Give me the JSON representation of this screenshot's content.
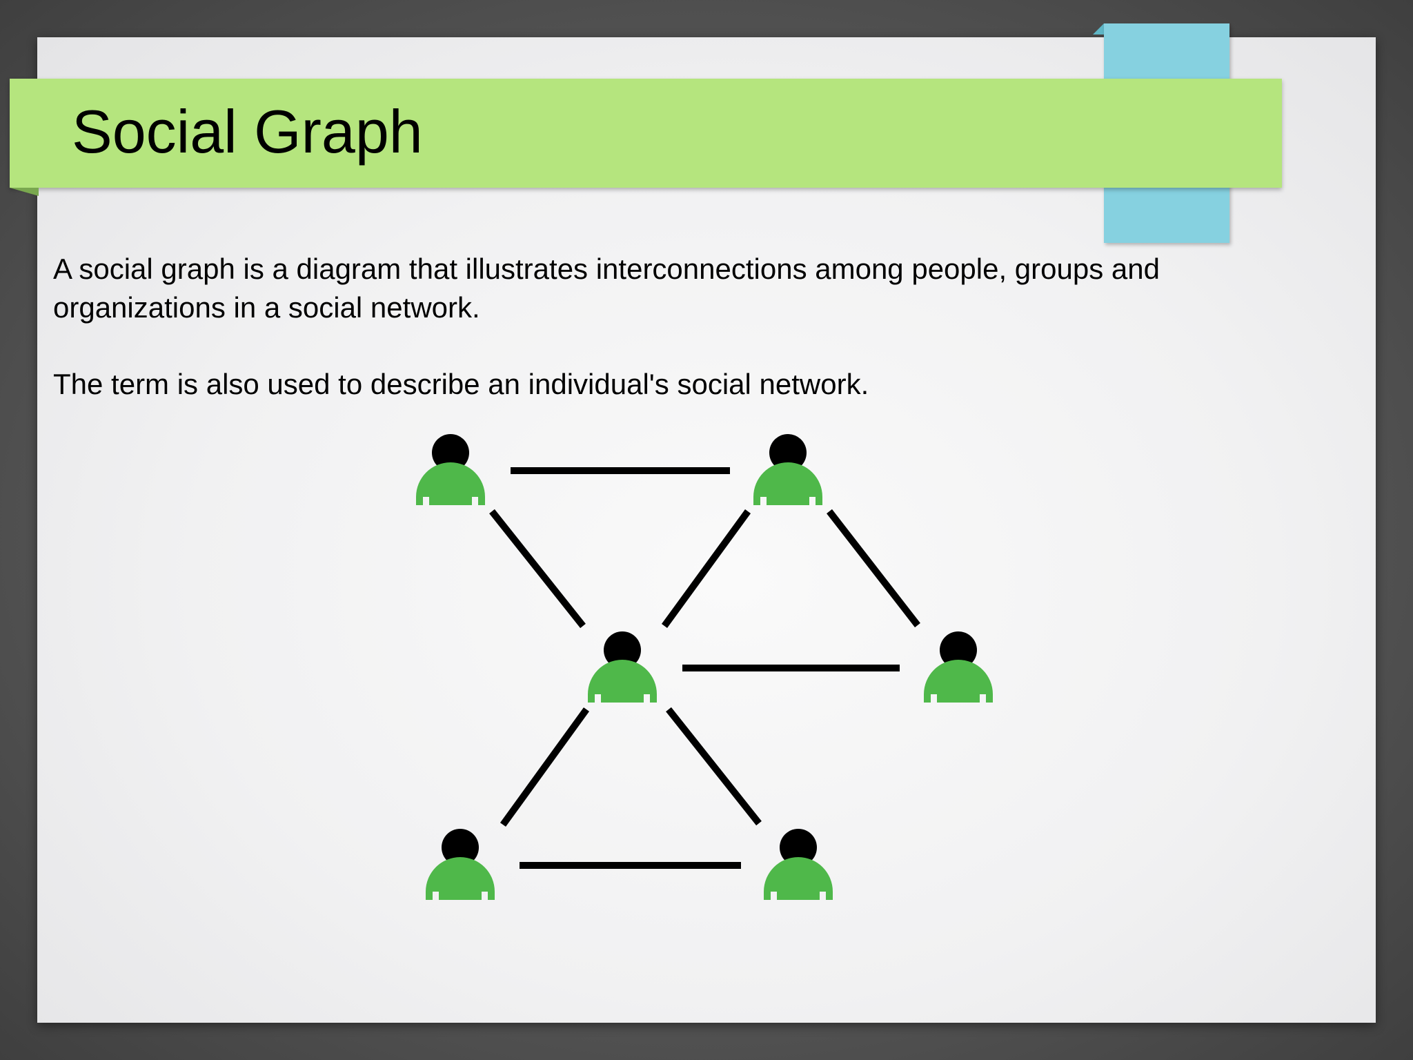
{
  "slide": {
    "title": "Social Graph",
    "paragraph_1": "A social graph is a diagram that illustrates interconnections among people, groups and organizations in a social network.",
    "paragraph_2": "The term is also used to describe an individual's social network."
  },
  "colors": {
    "title_band": "#b5e57e",
    "accent_tab": "#86d1e0",
    "person_body": "#4fb84a",
    "person_head": "#000000",
    "edge": "#000000"
  },
  "diagram": {
    "nodes": [
      {
        "id": "top-left",
        "icon": "person-icon"
      },
      {
        "id": "top-right",
        "icon": "person-icon"
      },
      {
        "id": "center",
        "icon": "person-icon"
      },
      {
        "id": "right",
        "icon": "person-icon"
      },
      {
        "id": "bottom-left",
        "icon": "person-icon"
      },
      {
        "id": "bottom-right",
        "icon": "person-icon"
      }
    ],
    "edges": [
      [
        "top-left",
        "top-right"
      ],
      [
        "top-left",
        "center"
      ],
      [
        "top-right",
        "center"
      ],
      [
        "top-right",
        "right"
      ],
      [
        "center",
        "right"
      ],
      [
        "center",
        "bottom-left"
      ],
      [
        "center",
        "bottom-right"
      ],
      [
        "bottom-left",
        "bottom-right"
      ]
    ]
  }
}
